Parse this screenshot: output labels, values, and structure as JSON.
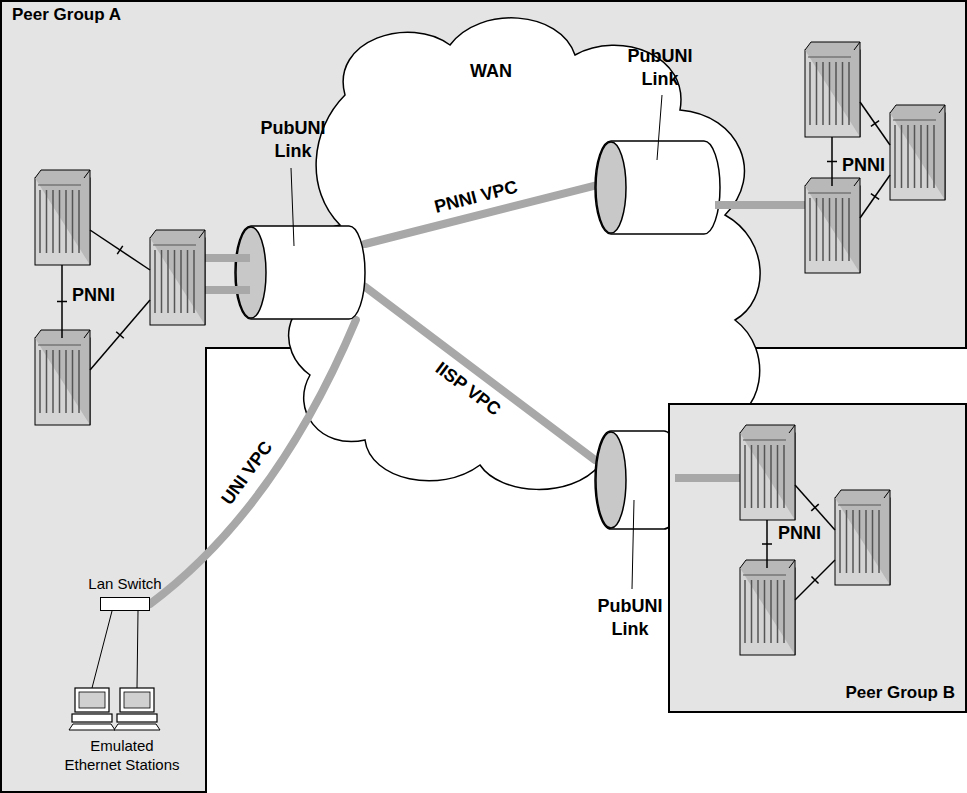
{
  "diagram": {
    "nodes": [
      {
        "text": [
          "Peer Group A"
        ]
      },
      {
        "text": [
          "PubUNI Link"
        ],
        "in": 0
      },
      {
        "text": [
          "PubUNI Link"
        ],
        "in": 0
      },
      {
        "text": [
          "Lan Switch"
        ],
        "in": 0
      },
      {
        "text": [
          "PubUNI Link"
        ]
      },
      {
        "text": [
          "Peer Group B"
        ]
      }
    ],
    "edges": [
      {
        "from": 1,
        "to": 2,
        "arrow": "none",
        "label": "PNNI VPC"
      },
      {
        "from": 1,
        "to": 4,
        "arrow": "none",
        "label": "IISP VPC"
      },
      {
        "from": 1,
        "to": 3,
        "arrow": "none",
        "label": "UNI VPC"
      }
    ],
    "labels": [
      "WAN",
      "PNNI",
      "PNNI",
      "PNNI",
      "Emulated Ethernet Stations"
    ]
  }
}
